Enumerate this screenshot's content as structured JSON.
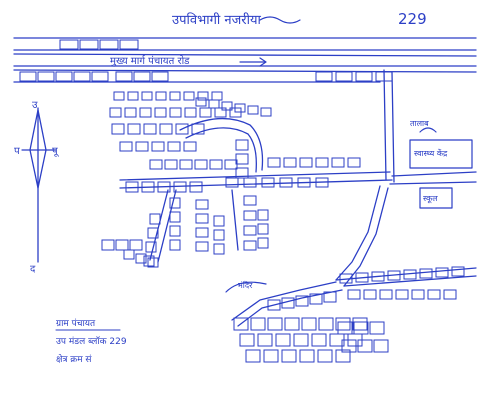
{
  "map": {
    "ink_color": "#2c3fc6",
    "paper_color": "#ffffff",
    "header": {
      "title": "उपविभागी नजरीया",
      "number": "229"
    },
    "road_label": "मुख्य मार्ग पंचायत रोड",
    "compass": {
      "north": "उ",
      "south": "द",
      "west": "प",
      "east": "पू"
    },
    "landmarks": {
      "school": "स्कूल",
      "temple": "मंदिर",
      "health_centre": "स्वास्थ्य केंद्र",
      "pond": "तालाब"
    },
    "legend": {
      "heading": "ग्राम पंचायत",
      "block_line": "उप मंडल ब्लॉक 229",
      "district_line": "क्षेत्र क्रम सं"
    }
  }
}
